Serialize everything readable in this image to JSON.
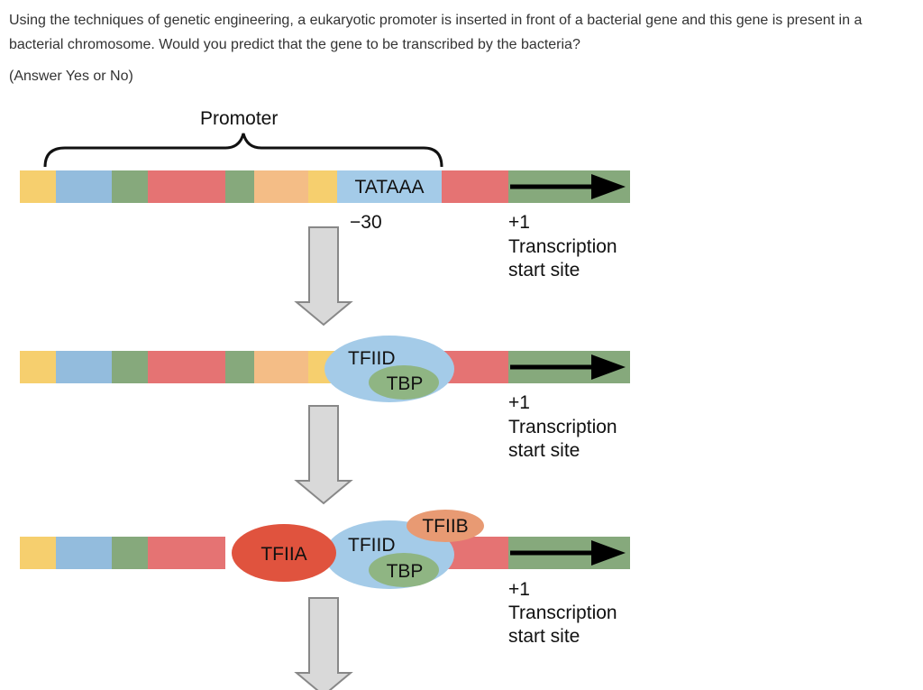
{
  "question": {
    "text": "Using the techniques of genetic engineering, a eukaryotic promoter is inserted in front of a bacterial gene and this gene is present in a bacterial chromosome. Would you predict that the gene to be transcribed by the bacteria?",
    "hint": "(Answer Yes or No)"
  },
  "diagram": {
    "promoter_label": "Promoter",
    "tata_label": "TATAAA",
    "position_minus30": "−30",
    "start_site": {
      "plus1": "+1",
      "line1": "Transcription",
      "line2": "start site"
    },
    "factors": {
      "tfiid": "TFIID",
      "tbp": "TBP",
      "tfiia": "TFIIA",
      "tfiib": "TFIIB"
    },
    "colors": {
      "yellow": "#F6CF6E",
      "blue": "#93BCDD",
      "green": "#86A97C",
      "red": "#E57373",
      "orange": "#F4BD86",
      "tfiid_blue": "#A4CBE8",
      "tbp_green": "#8FB583",
      "tfiia_red": "#E0533E",
      "tfiib_orange": "#E89A73",
      "arrow_gray": "#D9D9D9"
    }
  }
}
